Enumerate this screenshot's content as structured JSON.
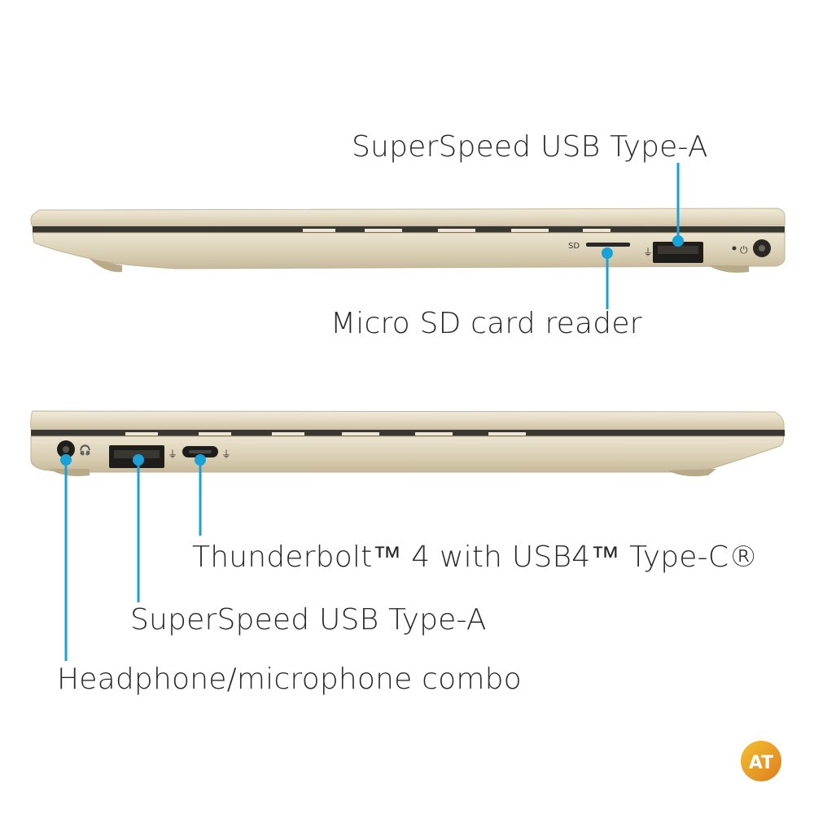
{
  "callouts": {
    "right_side_usb_a": "SuperSpeed USB Type-A",
    "micro_sd": "Micro SD card reader",
    "thunderbolt": "Thunderbolt™ 4 with USB4™ Type-C®",
    "left_side_usb_a": "SuperSpeed USB Type-A",
    "headphone": "Headphone/microphone combo"
  },
  "port_marks": {
    "sd_label": "SD"
  },
  "logo": {
    "text": "AT"
  },
  "colors": {
    "accent": "#1aa1d6",
    "body_gold": "#dcd2b9",
    "text": "#2a2a2a"
  }
}
